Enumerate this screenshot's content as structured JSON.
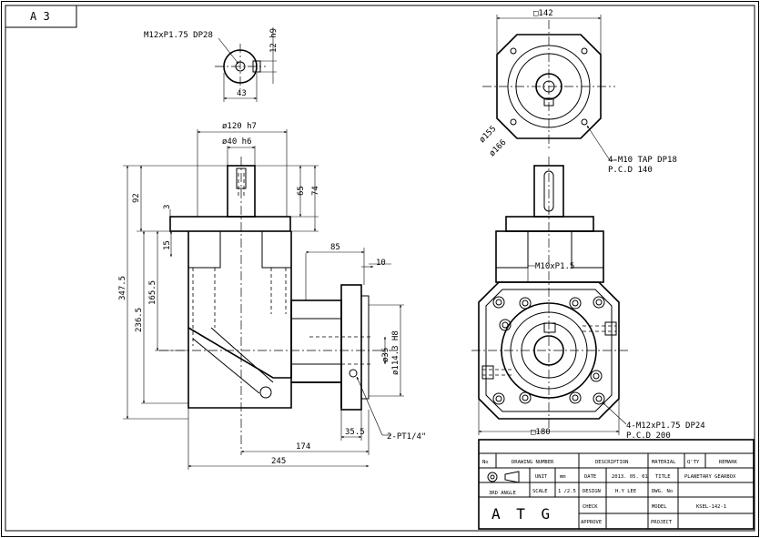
{
  "sheet": {
    "size_label": "A 3"
  },
  "shaft_section": {
    "thread_callout": "M12xP1.75 DP28",
    "dim_width": "43",
    "dim_key": "12 h9"
  },
  "side_view": {
    "dia_120": "ø120 h7",
    "dia_40": "ø40 h6",
    "dim_65": "65",
    "dim_74": "74",
    "dim_92": "92",
    "dim_3": "3",
    "dim_15": "15",
    "dim_165_5": "165.5",
    "dim_236_5": "236.5",
    "dim_347_5": "347.5",
    "dim_85": "85",
    "dim_10": "10",
    "dim_35": "ø35",
    "dim_114_3": "ø114.3 H8",
    "dim_35_5": "35.5",
    "dim_174": "174",
    "dim_245": "245",
    "port_callout": "2-PT1/4\""
  },
  "top_view": {
    "square": "□142",
    "dia_155": "ø155",
    "dia_166": "ø166",
    "tap_note_1": "4-M10 TAP DP18",
    "tap_note_2": "P.C.D 140"
  },
  "front_view": {
    "thread": "M10xP1.5",
    "square": "□180",
    "tap_note_1": "4-M12xP1.75 DP24",
    "tap_note_2": "P.C.D 200"
  },
  "title_block": {
    "col_no": "No",
    "col_drawing_number": "DRAWING NUMBER",
    "col_description": "DESCRIPTION",
    "col_material": "MATERIAL",
    "col_qty": "Q'TY",
    "col_remark": "REMARK",
    "third_angle": "3RD ANGLE",
    "unit_label": "UNIT",
    "unit_value": "mm",
    "scale_label": "SCALE",
    "scale_value": "1 /2.5",
    "date_label": "DATE",
    "date_value": "2013. 05. 01",
    "design_label": "DESIGN",
    "design_value": "H.Y LEE",
    "check_label": "CHECK",
    "approve_label": "APPROVE",
    "title_label": "TITLE",
    "title_value": "PLANETARY GEARBOX",
    "dwg_label": "DWG. No",
    "model_label": "MODEL",
    "model_value": "KSEL-142-1",
    "project_label": "PROJECT",
    "logo": "A T G"
  }
}
